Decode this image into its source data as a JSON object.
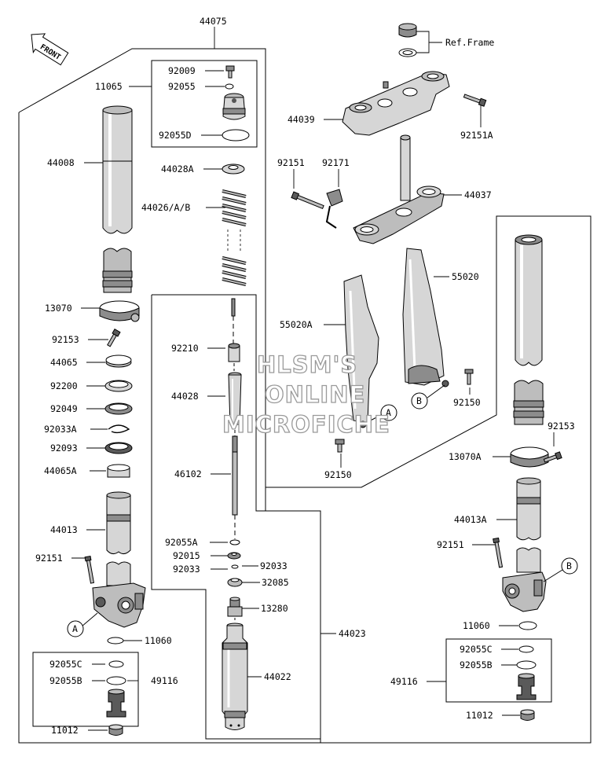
{
  "front_badge": "FRONT",
  "watermark": [
    "HLSM'S",
    "ONLINE",
    "MICROFICHE"
  ],
  "ref_frame": "Ref.Frame",
  "labels": {
    "l44075": "44075",
    "l11065": "11065",
    "l92009": "92009",
    "l92055": "92055",
    "l92055D": "92055D",
    "l44008": "44008",
    "l44028A": "44028A",
    "l44026": "44026/A/B",
    "l13070": "13070",
    "l92153": "92153",
    "l44065": "44065",
    "l92200": "92200",
    "l92049": "92049",
    "l92033A": "92033A",
    "l92093": "92093",
    "l44065A": "44065A",
    "l44013": "44013",
    "l92151L": "92151",
    "l11060L": "11060",
    "l92055CL": "92055C",
    "l92055BL": "92055B",
    "l49116L": "49116",
    "l11012L": "11012",
    "l92210": "92210",
    "l44028": "44028",
    "l46102": "46102",
    "l92055A": "92055A",
    "l92015": "92015",
    "l92033": "92033",
    "l92033b": "92033",
    "l32085": "32085",
    "l13280": "13280",
    "l44023": "44023",
    "l44022": "44022",
    "l44039": "44039",
    "l92151A": "92151A",
    "l92151T": "92151",
    "l92171": "92171",
    "l44037": "44037",
    "l55020": "55020",
    "l55020A": "55020A",
    "l92150R": "92150",
    "l92150B": "92150",
    "l92153R": "92153",
    "l13070A": "13070A",
    "l44013A": "44013A",
    "l92151R": "92151",
    "l11060R": "11060",
    "l92055CR": "92055C",
    "l92055BR": "92055B",
    "l49116R": "49116",
    "l11012R": "11012"
  },
  "callouts": {
    "a1": "A",
    "a2": "A",
    "b1": "B",
    "b2": "B"
  }
}
